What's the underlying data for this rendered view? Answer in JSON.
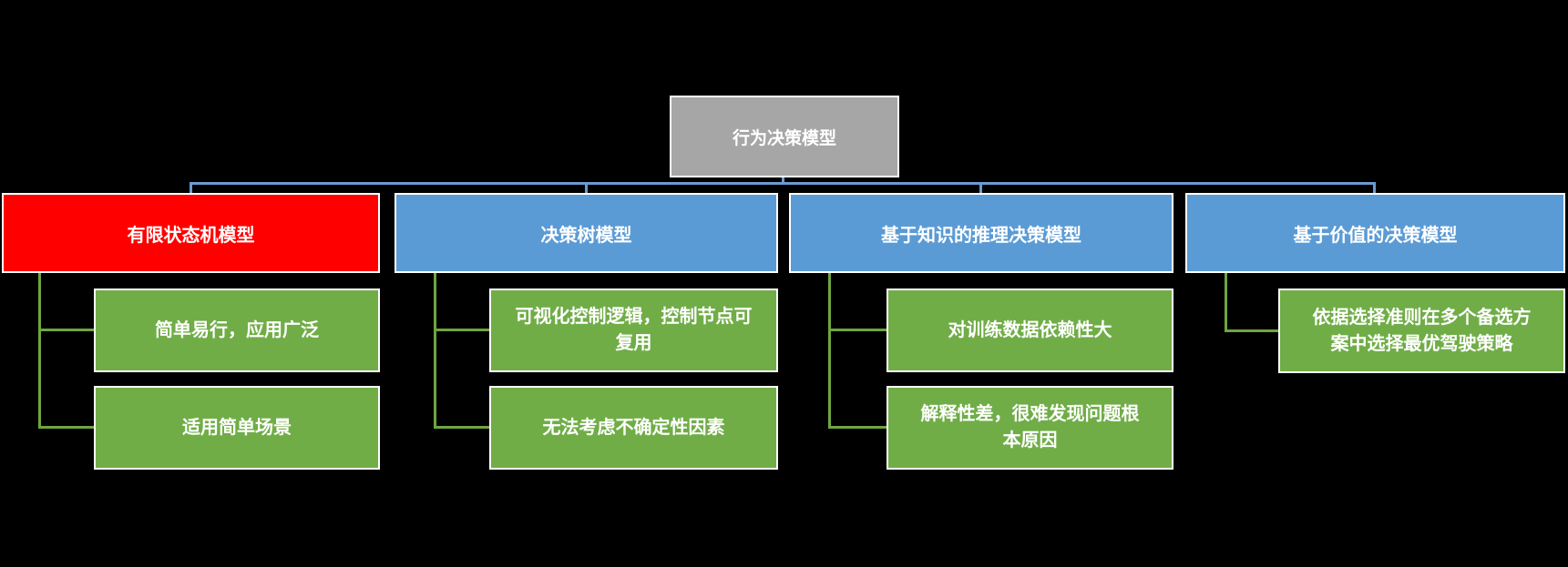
{
  "canvas": {
    "background": "#000000"
  },
  "diagram": {
    "type": "hierarchy",
    "title": "行为决策模型",
    "colors": {
      "root_fill": "#A6A6A6",
      "highlight_fill": "#FF0000",
      "branch_fill": "#5B9BD5",
      "leaf_fill": "#70AD47",
      "node_border": "#FFFFFF",
      "text": "#FFFFFF",
      "trunk_connector": "#6B9BD2",
      "child_connector": "#6FA53F"
    },
    "branches": [
      {
        "label": "有限状态机模型",
        "style": "highlight",
        "children": [
          "简单易行，应用广泛",
          "适用简单场景"
        ]
      },
      {
        "label": "决策树模型",
        "style": "branch",
        "children": [
          "可视化控制逻辑，控制节点可复用",
          "无法考虑不确定性因素"
        ]
      },
      {
        "label": "基于知识的推理决策模型",
        "style": "branch",
        "children": [
          "对训练数据依赖性大",
          "解释性差，很难发现问题根本原因"
        ]
      },
      {
        "label": "基于价值的决策模型",
        "style": "branch",
        "children": [
          "依据选择准则在多个备选方案中选择最优驾驶策略"
        ]
      }
    ]
  }
}
